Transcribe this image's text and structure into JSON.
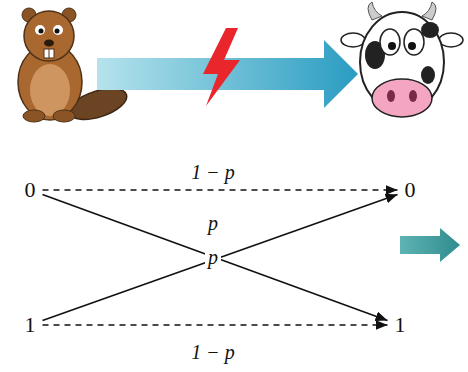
{
  "diagram": {
    "nodes": [
      {
        "text": [
          "0"
        ]
      },
      {
        "text": [
          "0"
        ]
      },
      {
        "text": [
          "1"
        ]
      },
      {
        "text": [
          "1"
        ]
      }
    ],
    "edges": [
      {
        "from": 0,
        "to": 1,
        "arrow": "to",
        "label": "1 − p"
      },
      {
        "from": 0,
        "to": 3,
        "arrow": "to",
        "label": "p"
      },
      {
        "from": 2,
        "to": 1,
        "arrow": "to",
        "label": "p"
      },
      {
        "from": 2,
        "to": 3,
        "arrow": "to",
        "label": "1 − p"
      }
    ]
  }
}
